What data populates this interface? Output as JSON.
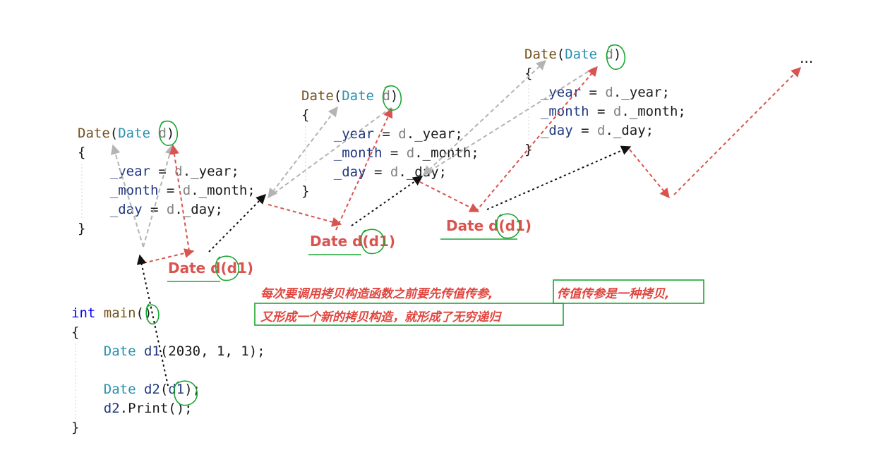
{
  "colors": {
    "red_arrow": "#d9534f",
    "black_arrow": "#111111",
    "grey_arrow": "#b4b4b4",
    "green_annotation": "#1aa632",
    "note_text": "#e0453e"
  },
  "copy_ctor_1": {
    "sig_name": "Date",
    "open_paren": "(",
    "sig_type": "Date",
    "sig_param": "d",
    "close_paren": ")",
    "open_brace": "{",
    "line_year": {
      "member": "_year",
      "op": " = ",
      "obj": "d",
      "field": "._year;"
    },
    "line_month": {
      "member": "_month",
      "op": " = ",
      "obj": "d",
      "field": "._month;"
    },
    "line_day": {
      "member": "_day",
      "op": " = ",
      "obj": "d",
      "field": "._day;"
    },
    "close_brace": "}"
  },
  "copy_ctor_2": {
    "sig_name": "Date",
    "open_paren": "(",
    "sig_type": "Date",
    "sig_param": "d",
    "close_paren": ")",
    "open_brace": "{",
    "line_year": {
      "member": "_year",
      "op": " = ",
      "obj": "d",
      "field": "._year;"
    },
    "line_month": {
      "member": "_month",
      "op": " = ",
      "obj": "d",
      "field": "._month;"
    },
    "line_day": {
      "member": "_day",
      "op": " = ",
      "obj": "d",
      "field": "._day;"
    },
    "close_brace": "}"
  },
  "copy_ctor_3": {
    "sig_name": "Date",
    "open_paren": "(",
    "sig_type": "Date",
    "sig_param": "d",
    "close_paren": ")",
    "open_brace": "{",
    "line_year": {
      "member": "_year",
      "op": " = ",
      "obj": "d",
      "field": "._year;"
    },
    "line_month": {
      "member": "_month",
      "op": " = ",
      "obj": "d",
      "field": "._month;"
    },
    "line_day": {
      "member": "_day",
      "op": " = ",
      "obj": "d",
      "field": "._day;"
    },
    "close_brace": "}"
  },
  "main_code": {
    "kw_int": "int",
    "fn_main": "main",
    "parens": "()",
    "open_brace": "{",
    "line1_type": "Date",
    "line1_var": "d1",
    "line1_args": "(2030, 1, 1);",
    "line2_type": "Date",
    "line2_var": "d2",
    "line2_open": "(",
    "line2_arg": "d1",
    "line2_close": ");",
    "line3_obj": "d2",
    "line3_call": ".Print();",
    "close_brace": "}"
  },
  "param_labels": {
    "label_1": "Date d(d1)",
    "label_2": "Date d(d1)",
    "label_3": "Date d(d1)"
  },
  "explanation": {
    "line_1_part_a": "每次要调用拷贝构造函数之前要先传值传参,",
    "line_1_part_b": "传值传参是一种拷贝,",
    "line_2": "又形成一个新的拷贝构造，就形成了无穷递归"
  },
  "continuation": "..."
}
